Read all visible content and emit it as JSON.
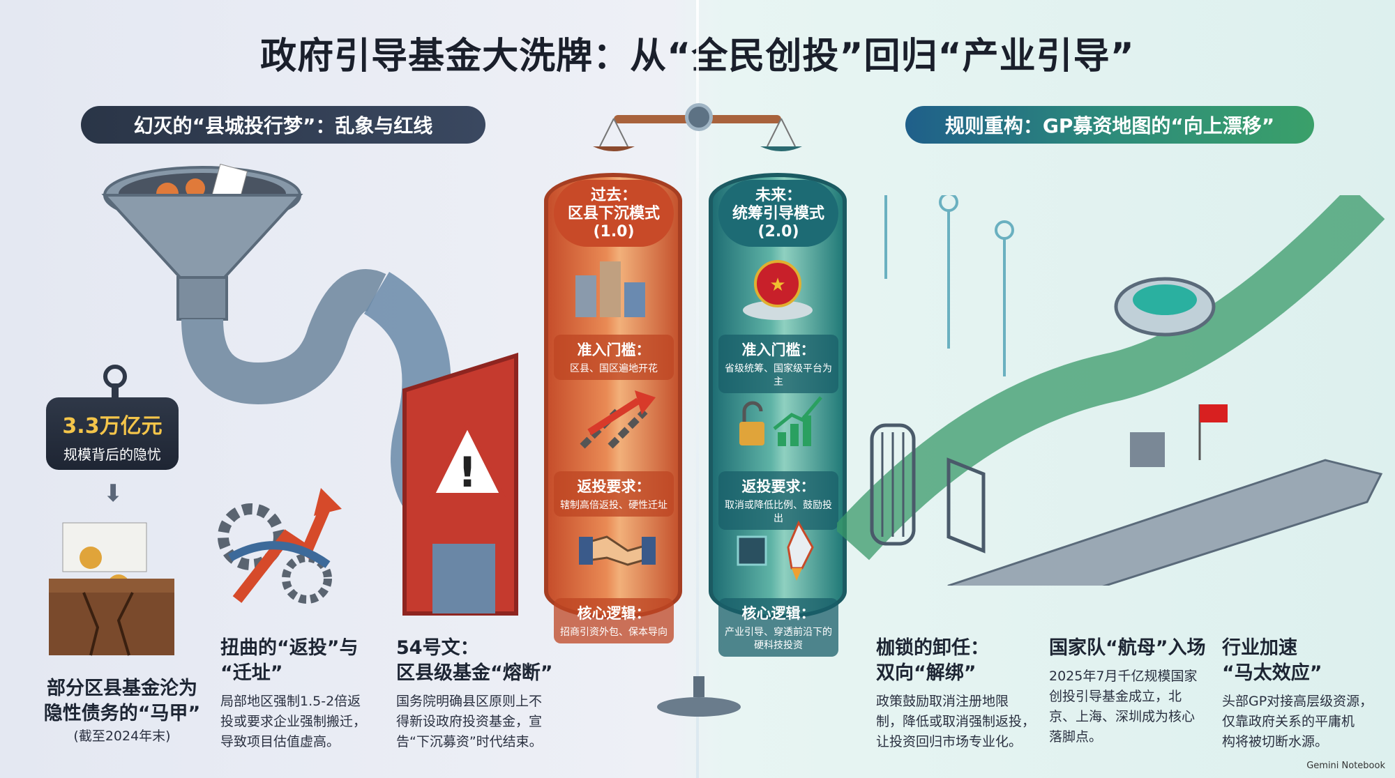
{
  "title": "政府引导基金大洗牌：从“全民创投”回归“产业引导”",
  "left_banner": "幻灭的“县城投行梦”：乱象与红线",
  "right_banner": "规则重构：GP募资地图的“向上漂移”",
  "weight": {
    "amount": "3.3万亿元",
    "caption": "规模背后的隐忧"
  },
  "left_cylinder": {
    "cap": [
      "过去：",
      "区县下沉模式",
      "(1.0)"
    ],
    "entry_title": "准入门槛：",
    "entry_body": "区县、国区遍地开花",
    "return_title": "返投要求：",
    "return_body": "辖制高倍返投、硬性迁址",
    "logic_title": "核心逻辑：",
    "logic_body": "招商引资外包、保本导向"
  },
  "right_cylinder": {
    "cap": [
      "未来：",
      "统筹引导模式",
      "(2.0)"
    ],
    "entry_title": "准入门槛：",
    "entry_body": "省级统筹、国家级平台为主",
    "return_title": "返投要求：",
    "return_body": "取消或降低比例、鼓励投出",
    "logic_title": "核心逻辑：",
    "logic_body": "产业引导、穿透前沿下的硬科技投资"
  },
  "columns": [
    {
      "id": "col1",
      "head": [
        "部分区县基金沦为",
        "隐性债务的“马甲”"
      ],
      "body": [
        "(截至2024年末)"
      ]
    },
    {
      "id": "col2",
      "head": [
        "扭曲的“返投”与",
        "“迁址”"
      ],
      "body": [
        "局部地区强制1.5-2倍返",
        "投或要求企业强制搬迁，",
        "导致项目估值虚高。"
      ]
    },
    {
      "id": "col3",
      "head": [
        "54号文：",
        "区县级基金“熔断”"
      ],
      "body": [
        "国务院明确县区原则上不",
        "得新设政府投资基金，宣",
        "告“下沉募资”时代结束。"
      ]
    },
    {
      "id": "col4",
      "head": [
        "枷锁的卸任：",
        "双向“解绑”"
      ],
      "body": [
        "政策鼓励取消注册地限",
        "制，降低或取消强制返投，",
        "让投资回归市场专业化。"
      ]
    },
    {
      "id": "col5",
      "head": [
        "国家队“航母”入场"
      ],
      "body": [
        "2025年7月千亿规模国家",
        "创投引导基金成立，北",
        "京、上海、深圳成为核心",
        "落脚点。"
      ]
    },
    {
      "id": "col6",
      "head": [
        "行业加速",
        "“马太效应”"
      ],
      "body": [
        "头部GP对接高层级资源，",
        "仅靠政府关系的平庸机",
        "构将被切断水源。"
      ]
    }
  ],
  "footer": "Gemini Notebook",
  "colors": {
    "red": "#c84a28",
    "teal": "#1d6b74",
    "dark": "#2a3547",
    "gold": "#f4c54a"
  }
}
